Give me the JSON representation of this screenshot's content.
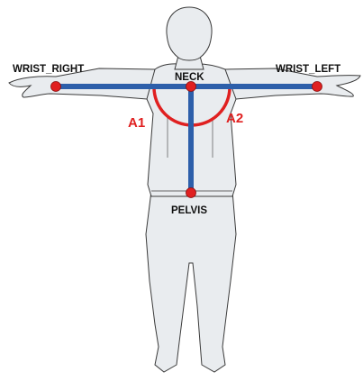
{
  "colors": {
    "skeleton": "#2d5faa",
    "joint": "#e02020",
    "angle": "#e02020",
    "body_fill": "#e9ecef",
    "body_stroke": "#3a3a3a"
  },
  "joints": {
    "wrist_right": "WRIST_RIGHT",
    "wrist_left": "WRIST_LEFT",
    "neck": "NECK",
    "pelvis": "PELVIS"
  },
  "angles": {
    "a1": "A1",
    "a2": "A2"
  }
}
